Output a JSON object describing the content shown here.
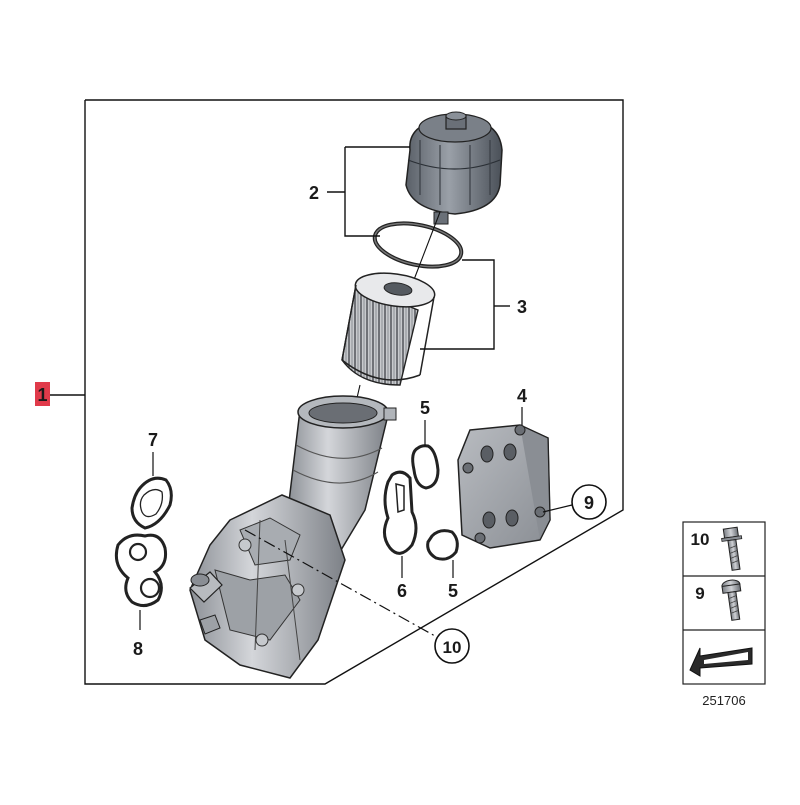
{
  "diagram": {
    "assembly_label": "1",
    "assembly_label_color": "#e03a4a",
    "part_labels": {
      "oil_filter_cap": "2",
      "oil_filter_element": "3",
      "oil_cooler": "4",
      "gasket_5_top": "5",
      "gasket_5_bottom": "5",
      "gasket_6": "6",
      "gasket_7": "7",
      "gasket_8": "8",
      "screw_9_callout": "9",
      "screw_10_callout": "10"
    },
    "legend": {
      "row_10": "10",
      "row_9": "9",
      "reference_number": "251706"
    }
  }
}
